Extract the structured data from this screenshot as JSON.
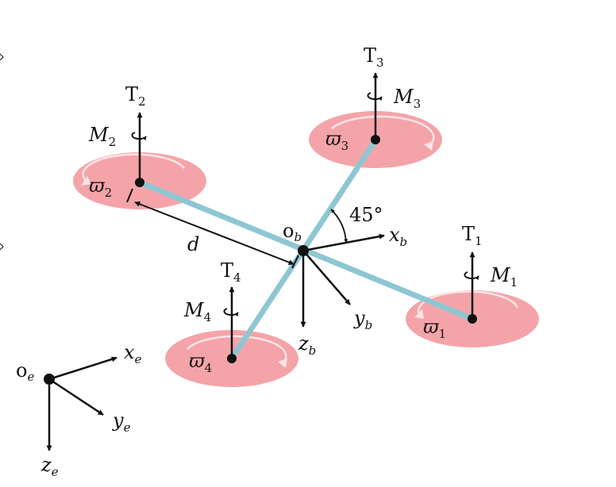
{
  "diagram": {
    "colors": {
      "rotor_fill": "#f4a4a9",
      "rotor_ring": "#fbe4e6",
      "arm": "#8ec6d3",
      "axis": "#111111"
    },
    "angle_label": "45°",
    "arm_length_label": "d",
    "body_frame": {
      "origin_main": "o",
      "origin_sub": "b",
      "x_main": "x",
      "x_sub": "b",
      "y_main": "y",
      "y_sub": "b",
      "z_main": "z",
      "z_sub": "b"
    },
    "earth_frame": {
      "origin_main": "o",
      "origin_sub": "e",
      "x_main": "x",
      "x_sub": "e",
      "y_main": "y",
      "y_sub": "e",
      "z_main": "z",
      "z_sub": "e"
    },
    "rotors": [
      {
        "thrust_main": "T",
        "thrust_sub": "1",
        "moment_main": "M",
        "moment_sub": "1",
        "speed_main": "ϖ",
        "speed_sub": "1"
      },
      {
        "thrust_main": "T",
        "thrust_sub": "2",
        "moment_main": "M",
        "moment_sub": "2",
        "speed_main": "ϖ",
        "speed_sub": "2"
      },
      {
        "thrust_main": "T",
        "thrust_sub": "3",
        "moment_main": "M",
        "moment_sub": "3",
        "speed_main": "ϖ",
        "speed_sub": "3"
      },
      {
        "thrust_main": "T",
        "thrust_sub": "4",
        "moment_main": "M",
        "moment_sub": "4",
        "speed_main": "ϖ",
        "speed_sub": "4"
      }
    ]
  }
}
